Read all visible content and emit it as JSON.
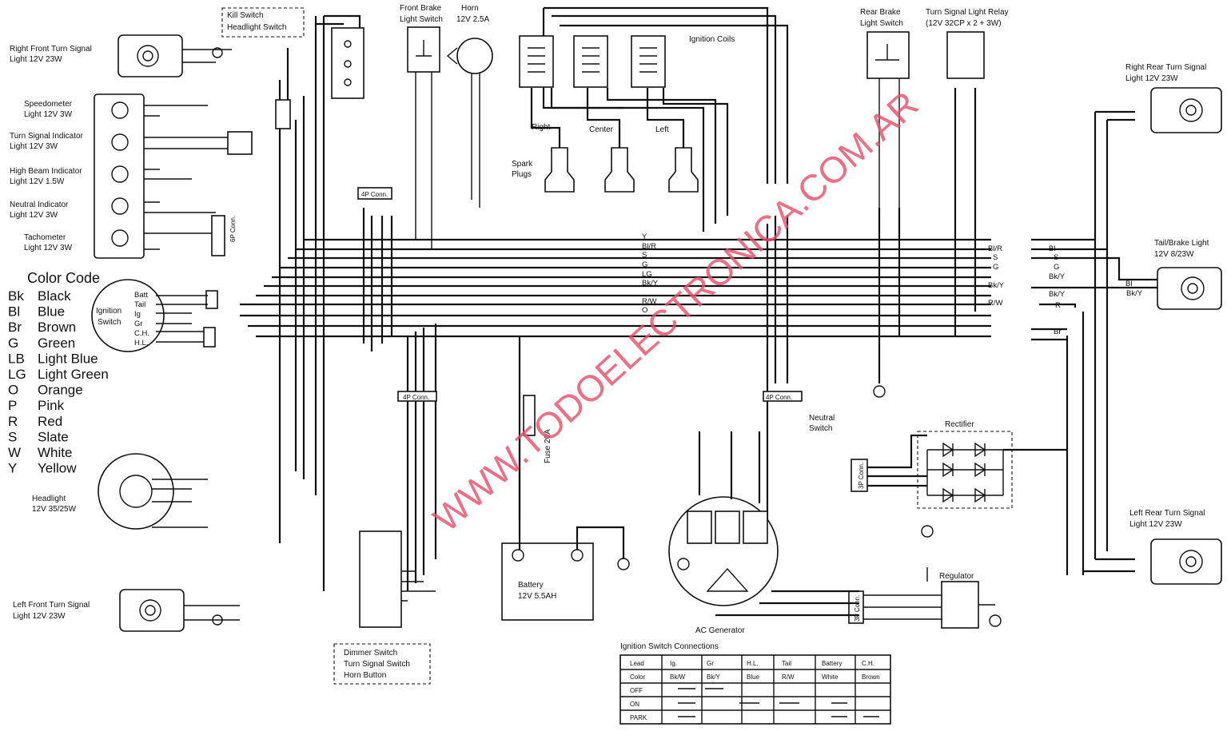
{
  "watermark": "WWW.TODOELECTRONICA.COM.AR",
  "components": {
    "right_front_turn": [
      "Right Front Turn Signal",
      "Light 12V 23W"
    ],
    "speedometer": [
      "Speedometer",
      "Light 12V 3W"
    ],
    "turn_indicator": [
      "Turn Signal Indicator",
      "Light 12V 3W"
    ],
    "high_beam": [
      "High Beam Indicator",
      "Light 12V 1.5W"
    ],
    "neutral_indicator": [
      "Neutral Indicator",
      "Light 12V 3W"
    ],
    "tachometer": [
      "Tachometer",
      "Light 12V 3W"
    ],
    "kill_switch": [
      "Kill Switch",
      "Headlight Switch"
    ],
    "front_brake": [
      "Front Brake",
      "Light Switch"
    ],
    "horn": [
      "Horn",
      "12V 2.5A"
    ],
    "ignition_coils": "Ignition Coils",
    "coil_right": "Right",
    "coil_center": "Center",
    "coil_left": "Left",
    "spark_plugs": [
      "Spark",
      "Plugs"
    ],
    "rear_brake": [
      "Rear Brake",
      "Light Switch"
    ],
    "turn_relay": [
      "Turn Signal Light Relay",
      "(12V 32CP x 2 + 3W)"
    ],
    "right_rear_turn": [
      "Right Rear Turn Signal",
      "Light 12V 23W"
    ],
    "tail_brake": [
      "Tail/Brake Light",
      "12V 8/23W"
    ],
    "ignition_switch": [
      "Ignition",
      "Switch"
    ],
    "headlight": [
      "Headlight",
      "12V 35/25W"
    ],
    "left_front_turn": [
      "Left Front Turn Signal",
      "Light 12V 23W"
    ],
    "dimmer": [
      "Dimmer Switch",
      "Turn Signal Switch",
      "Horn Button"
    ],
    "fuse": "Fuse 20A",
    "battery": [
      "Battery",
      "12V 5.5AH"
    ],
    "ac_generator": "AC Generator",
    "neutral_switch": [
      "Neutral",
      "Switch"
    ],
    "rectifier": "Rectifier",
    "regulator": "Regulator",
    "left_rear_turn": [
      "Left Rear Turn Signal",
      "Light 12V 23W"
    ]
  },
  "color_code": {
    "title": "Color Code",
    "entries": [
      {
        "abbr": "Bk",
        "name": "Black"
      },
      {
        "abbr": "Bl",
        "name": "Blue"
      },
      {
        "abbr": "Br",
        "name": "Brown"
      },
      {
        "abbr": "G",
        "name": "Green"
      },
      {
        "abbr": "LB",
        "name": "Light Blue"
      },
      {
        "abbr": "LG",
        "name": "Light Green"
      },
      {
        "abbr": "O",
        "name": "Orange"
      },
      {
        "abbr": "P",
        "name": "Pink"
      },
      {
        "abbr": "R",
        "name": "Red"
      },
      {
        "abbr": "S",
        "name": "Slate"
      },
      {
        "abbr": "W",
        "name": "White"
      },
      {
        "abbr": "Y",
        "name": "Yellow"
      }
    ]
  },
  "ignition_terminals": [
    "Batt",
    "Tail",
    "Ig",
    "Gr",
    "C.H.",
    "H.L."
  ],
  "connector_labels": {
    "four_p": "4P Conn.",
    "six_p": "6P Conn.",
    "three_p": "3P Conn."
  },
  "bus_labels": [
    "Y",
    "Bl/R",
    "S",
    "G",
    "LG",
    "Bk/Y",
    "O",
    "R/W"
  ],
  "rear_labels": [
    "Bl/R",
    "S",
    "G",
    "Bk/Y",
    "R/W",
    "Bl",
    "S",
    "G",
    "Bk/Y",
    "Bk/Y",
    "R",
    "Br",
    "Bl",
    "Bk/Y"
  ],
  "ignition_table": {
    "title": "Ignition Switch Connections",
    "header": [
      "Lead",
      "Ig.",
      "Gr",
      "H.L.",
      "Tail",
      "Battery",
      "C.H."
    ],
    "color": [
      "Color",
      "Bk/W",
      "Bk/Y",
      "Blue",
      "R/W",
      "White",
      "Brown"
    ],
    "rows": [
      "OFF",
      "ON",
      "PARK"
    ]
  }
}
